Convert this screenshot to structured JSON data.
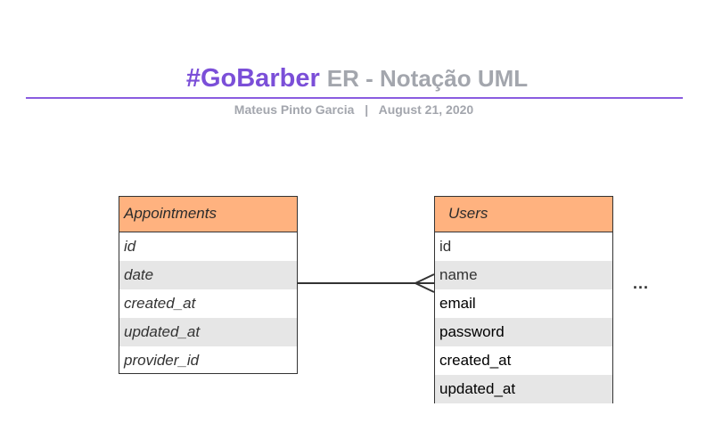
{
  "header": {
    "brand": "#GoBarber",
    "title_rest": "ER - Notação UML",
    "author": "Mateus Pinto Garcia",
    "separator": "|",
    "date": "August 21, 2020"
  },
  "entities": {
    "appointments": {
      "name": "Appointments",
      "fields": [
        "id",
        "date",
        "created_at",
        "updated_at",
        "provider_id"
      ]
    },
    "users": {
      "name": "Users",
      "fields": [
        "id",
        "name",
        "email",
        "password",
        "created_at",
        "updated_at"
      ]
    }
  },
  "relationship": {
    "type": "one-to-many",
    "from": "Appointments",
    "to": "Users"
  },
  "more_indicator": "...",
  "colors": {
    "brand": "#7b4fd8",
    "rule": "#8a5ce0",
    "muted_text": "#a3a6ad",
    "entity_header": "#ffb27f",
    "row_alt": "#e6e6e6",
    "border": "#333333"
  }
}
